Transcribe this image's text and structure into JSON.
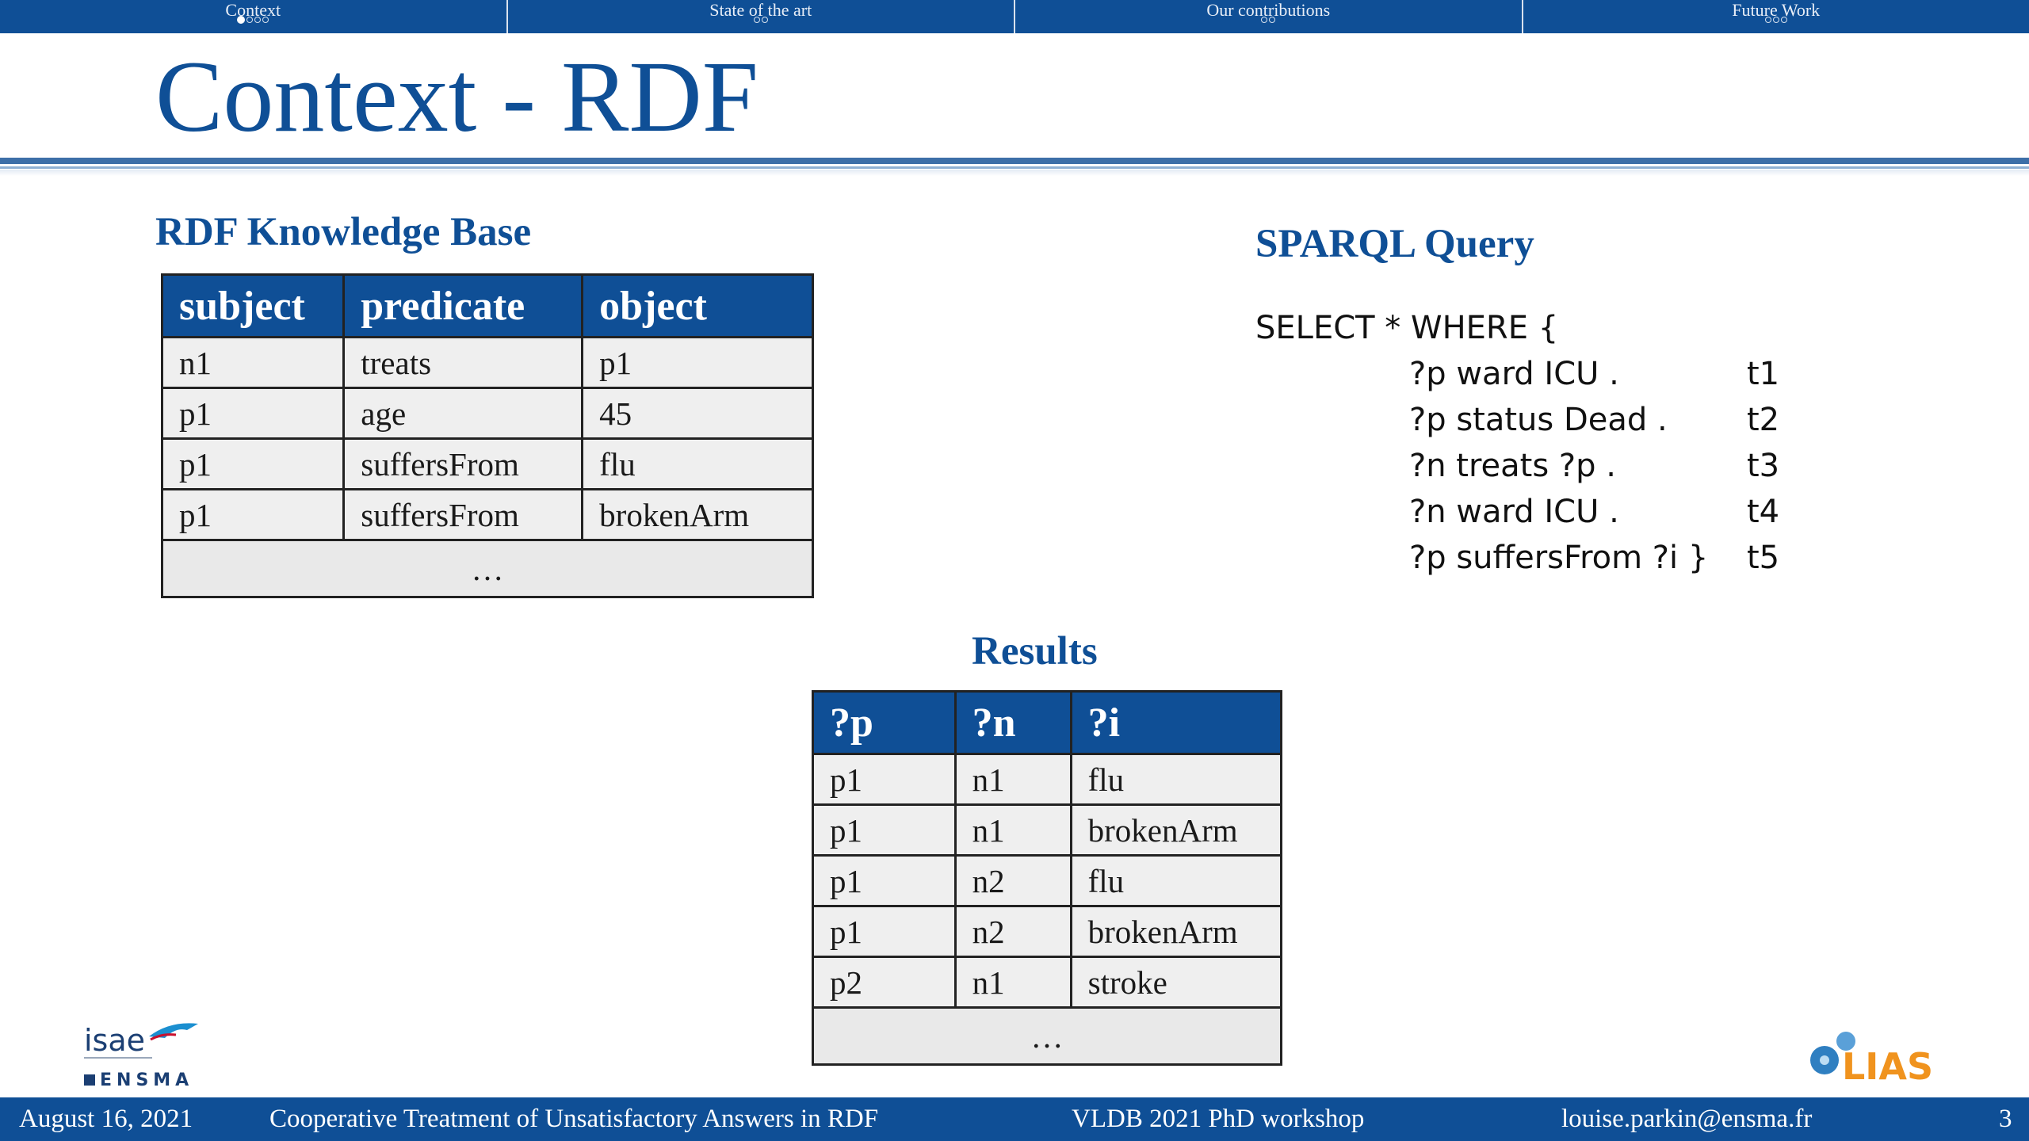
{
  "nav": {
    "sections": [
      {
        "label": "Context",
        "dots": 4,
        "active_dot": 0
      },
      {
        "label": "State of the art",
        "dots": 2,
        "active_dot": -1
      },
      {
        "label": "Our contributions",
        "dots": 2,
        "active_dot": -1
      },
      {
        "label": "Future Work",
        "dots": 3,
        "active_dot": -1
      }
    ]
  },
  "title": "Context - RDF",
  "knowledge_base": {
    "heading": "RDF Knowledge Base",
    "columns": [
      "subject",
      "predicate",
      "object"
    ],
    "rows": [
      [
        "n1",
        "treats",
        "p1"
      ],
      [
        "p1",
        "age",
        "45"
      ],
      [
        "p1",
        "suffersFrom",
        "flu"
      ],
      [
        "p1",
        "suffersFrom",
        "brokenArm"
      ]
    ],
    "ellipsis": "…"
  },
  "sparql": {
    "heading": "SPARQL Query",
    "select_line": "SELECT * WHERE {",
    "patterns": [
      {
        "text": "?p ward ICU .",
        "label": "t1"
      },
      {
        "text": "?p status Dead .",
        "label": "t2"
      },
      {
        "text": "?n treats ?p .",
        "label": "t3"
      },
      {
        "text": "?n ward ICU .",
        "label": "t4"
      },
      {
        "text": "?p suffersFrom ?i }",
        "label": "t5"
      }
    ]
  },
  "results": {
    "heading": "Results",
    "columns": [
      "?p",
      "?n",
      "?i"
    ],
    "rows": [
      [
        "p1",
        "n1",
        "flu"
      ],
      [
        "p1",
        "n1",
        "brokenArm"
      ],
      [
        "p1",
        "n2",
        "flu"
      ],
      [
        "p1",
        "n2",
        "brokenArm"
      ],
      [
        "p2",
        "n1",
        "stroke"
      ]
    ],
    "ellipsis": "…"
  },
  "logos": {
    "isae": {
      "text": "isae",
      "subtext": "ENSMA"
    },
    "lias": {
      "text": "LIAS"
    }
  },
  "footer": {
    "date": "August 16, 2021",
    "talk_title": "Cooperative Treatment of Unsatisfactory Answers in RDF",
    "venue": "VLDB 2021 PhD workshop",
    "email": "louise.parkin@ensma.fr",
    "page": "3"
  },
  "colors": {
    "primary": "#0f4f96",
    "cell_bg": "#efefef",
    "lias_orange": "#f0931e"
  }
}
